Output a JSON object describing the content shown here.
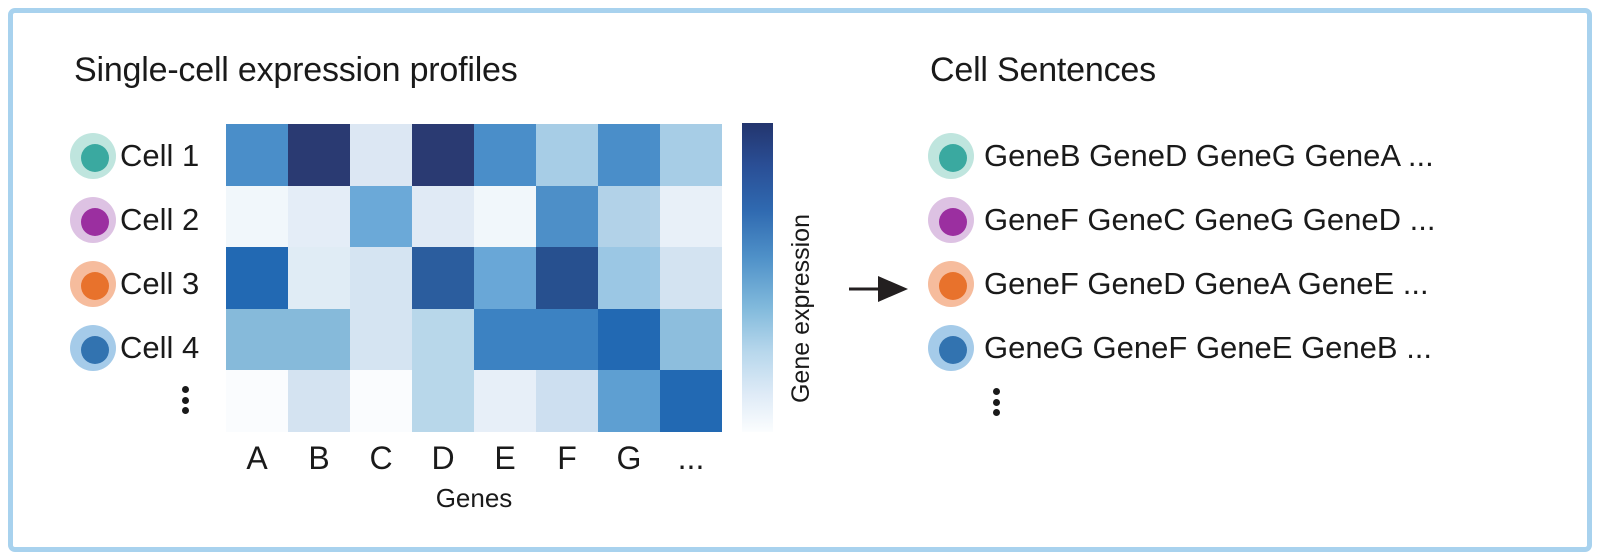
{
  "figure": {
    "border_color": "#a8d2ee",
    "background": "#ffffff"
  },
  "left_panel": {
    "title": "Single-cell expression profiles",
    "cells": [
      {
        "label": "Cell 1",
        "inner_color": "#3aa9a0",
        "outer_color": "#bfe5de"
      },
      {
        "label": "Cell 2",
        "inner_color": "#9b2fa0",
        "outer_color": "#ddc2e3"
      },
      {
        "label": "Cell 3",
        "inner_color": "#e8722c",
        "outer_color": "#f6bc9d"
      },
      {
        "label": "Cell 4",
        "inner_color": "#3273b0",
        "outer_color": "#a5cbe9"
      }
    ],
    "ellipsis": "⋮",
    "x_axis": {
      "label": "Genes",
      "ticks": [
        "A",
        "B",
        "C",
        "D",
        "E",
        "F",
        "G",
        "..."
      ]
    }
  },
  "colorbar": {
    "label": "Gene expression",
    "high_color": "#23356e",
    "low_color": "#fbfdfe"
  },
  "arrow": {
    "name": "right-arrow",
    "color": "#231f20"
  },
  "right_panel": {
    "title": "Cell Sentences",
    "sentences": [
      {
        "text": "GeneB GeneD GeneG GeneA ...",
        "inner_color": "#3aa9a0",
        "outer_color": "#bfe5de"
      },
      {
        "text": "GeneF GeneC GeneG GeneD ...",
        "inner_color": "#9b2fa0",
        "outer_color": "#ddc2e3"
      },
      {
        "text": "GeneF GeneD GeneA GeneE ...",
        "inner_color": "#e8722c",
        "outer_color": "#f6bc9d"
      },
      {
        "text": "GeneG GeneF GeneE GeneB ...",
        "inner_color": "#3273b0",
        "outer_color": "#a5cbe9"
      }
    ],
    "ellipsis": "⋮"
  },
  "chart_data": {
    "type": "heatmap",
    "title": "Single-cell expression profiles",
    "xlabel": "Genes",
    "ylabel": "",
    "colorbar_label": "Gene expression",
    "x_categories": [
      "A",
      "B",
      "C",
      "D",
      "E",
      "F",
      "G",
      "..."
    ],
    "y_categories": [
      "Cell 1",
      "Cell 2",
      "Cell 3",
      "Cell 4",
      "..."
    ],
    "colorscale": "Blues",
    "zlim": [
      0,
      1
    ],
    "values": [
      [
        0.62,
        0.97,
        0.17,
        0.97,
        0.62,
        0.33,
        0.62,
        0.33
      ],
      [
        0.05,
        0.12,
        0.5,
        0.16,
        0.05,
        0.62,
        0.3,
        0.1
      ],
      [
        0.76,
        0.13,
        0.18,
        0.8,
        0.5,
        0.84,
        0.34,
        0.18
      ],
      [
        0.45,
        0.45,
        0.18,
        0.29,
        0.64,
        0.64,
        0.78,
        0.43
      ],
      [
        0.03,
        0.17,
        0.03,
        0.3,
        0.09,
        0.18,
        0.55,
        0.78
      ]
    ],
    "cell_colors": [
      [
        "#4a8ec9",
        "#2a3a72",
        "#dce7f3",
        "#2a3a72",
        "#4a8ec9",
        "#a7cde6",
        "#4a8ec9",
        "#a7cde6"
      ],
      [
        "#f1f7fb",
        "#e4edf7",
        "#6ba9d8",
        "#e0eaf5",
        "#f1f7fb",
        "#4d8fc8",
        "#b2d2e8",
        "#e8f0f8"
      ],
      [
        "#2269b3",
        "#e0ecf5",
        "#d5e4f2",
        "#2b5d9e",
        "#69a7d7",
        "#27508f",
        "#9bc7e4",
        "#d3e3f1"
      ],
      [
        "#86bada",
        "#86bada",
        "#d5e4f2",
        "#b8d7ea",
        "#3c82c2",
        "#3c82c2",
        "#2269b3",
        "#8dbedd"
      ],
      [
        "#fafcfe",
        "#d4e3f1",
        "#fafcfe",
        "#b8d7ea",
        "#e7eff8",
        "#cddff0",
        "#5e9fd2",
        "#2269b3"
      ]
    ]
  }
}
